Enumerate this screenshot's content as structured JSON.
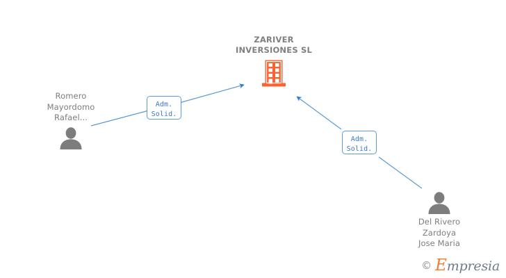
{
  "graph": {
    "type": "corporate-relationship-diagram",
    "background_color": "#ffffff",
    "company": {
      "name": "ZARIVER\nINVERSIONES SL",
      "icon": "building-icon",
      "icon_color": "#f96232",
      "text_color": "#808080"
    },
    "persons": [
      {
        "id": "person-left",
        "name": "Romero\nMayordomo\nRafael...",
        "icon": "person-icon",
        "icon_color": "#7d7d7d",
        "position": "left"
      },
      {
        "id": "person-right",
        "name": "Del Rivero\nZardoya\nJose Maria",
        "icon": "person-icon",
        "icon_color": "#7d7d7d",
        "position": "bottom-right"
      }
    ],
    "edges": [
      {
        "id": "edge-left",
        "label": "Adm.\nSolid.",
        "from": "person-left",
        "to": "company",
        "color": "#4a90d9",
        "arrow": "to-company"
      },
      {
        "id": "edge-right",
        "label": "Adm.\nSolid.",
        "from": "person-right",
        "to": "company",
        "color": "#4a90d9",
        "arrow": "to-company"
      }
    ],
    "watermark": {
      "copyright": "©",
      "brand_initial": "E",
      "brand_rest": "mpresia",
      "brand_color": "#6d7b8c",
      "initial_color": "#ef7d32"
    }
  }
}
